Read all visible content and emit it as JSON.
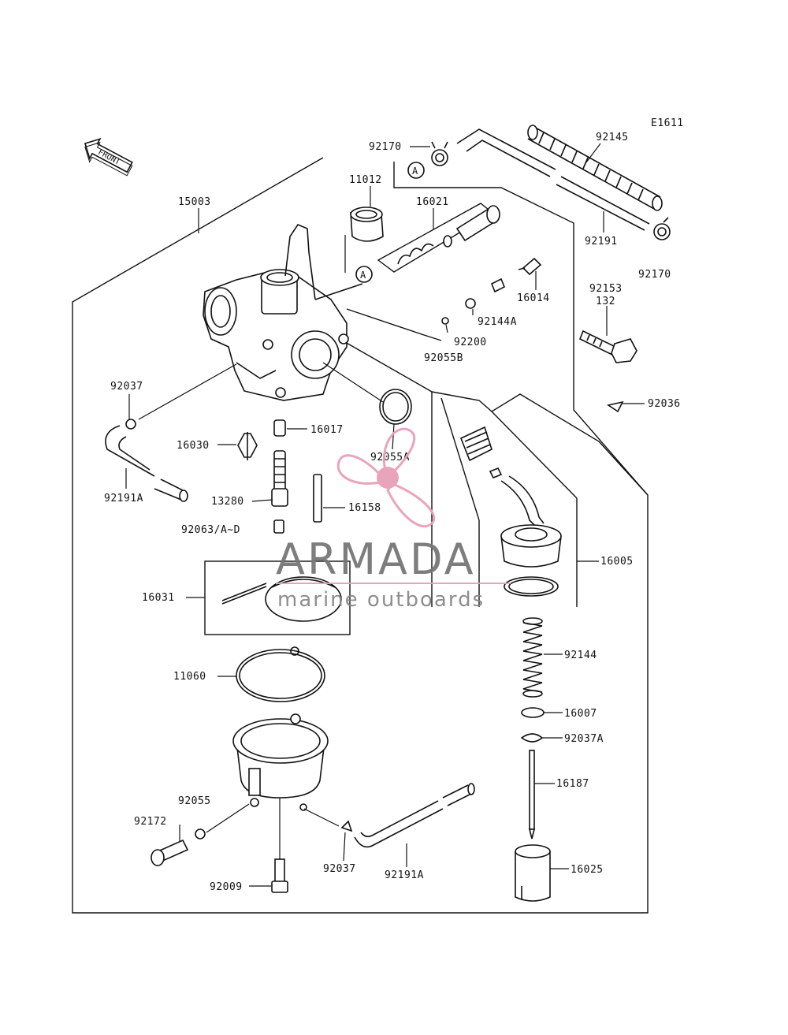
{
  "diagram": {
    "code": "E1611",
    "front_label": "FRONT",
    "ref_marker": "A",
    "part_numbers": {
      "p92170_top": "92170",
      "p92145": "92145",
      "p11012": "11012",
      "p16021": "16021",
      "p15003": "15003",
      "p92191": "92191",
      "p92170_right": "92170",
      "p16014": "16014",
      "p92153": "92153",
      "p132": "132",
      "p92144A": "92144A",
      "p92200": "92200",
      "p92055B": "92055B",
      "p92037_left": "92037",
      "p92036": "92036",
      "p16017": "16017",
      "p16030": "16030",
      "p92055A": "92055A",
      "p92191A_left": "92191A",
      "p13280": "13280",
      "p16158": "16158",
      "p92063": "92063/A~D",
      "p16005": "16005",
      "p16031": "16031",
      "p92144": "92144",
      "p11060": "11060",
      "p16007": "16007",
      "p92037A": "92037A",
      "p16187": "16187",
      "p92055": "92055",
      "p92172": "92172",
      "p92037_bottom": "92037",
      "p92191A_bottom": "92191A",
      "p16025": "16025",
      "p92009": "92009"
    }
  },
  "watermark": {
    "brand": "ARMADA",
    "tagline": "marine outboards",
    "color": "#e8a0b8"
  }
}
